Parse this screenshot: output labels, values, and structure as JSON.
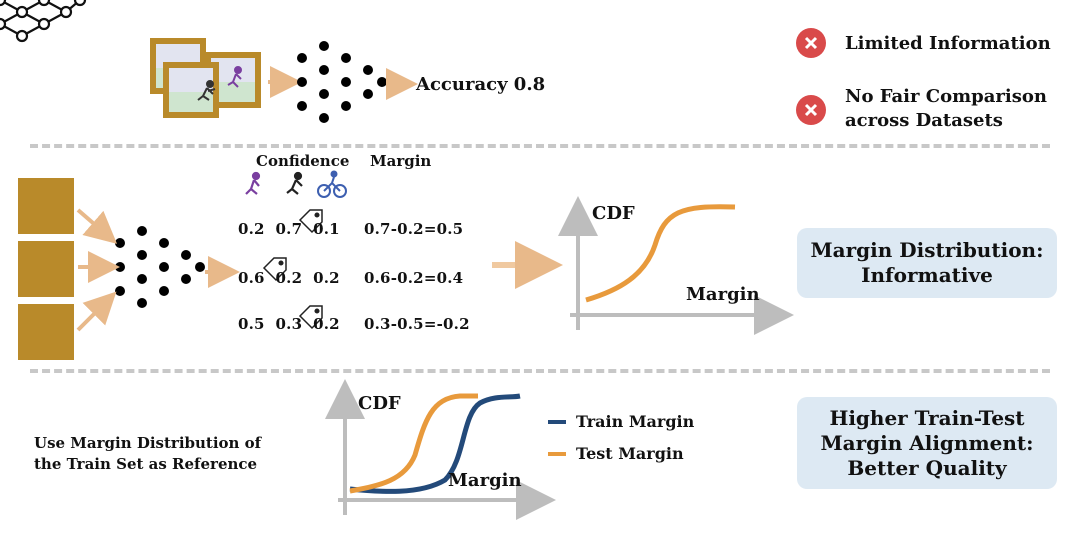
{
  "top": {
    "accuracy_label": "Accuracy 0.8",
    "issues": [
      "Limited Information",
      "No Fair Comparison",
      "across Datasets"
    ]
  },
  "middle": {
    "confidence_header": "Confidence",
    "margin_header": "Margin",
    "rows": [
      {
        "confidences": "0.2  0.7  0.1",
        "margin": "0.7-0.2=0.5"
      },
      {
        "confidences": "0.6  0.2  0.2",
        "margin": "0.6-0.2=0.4"
      },
      {
        "confidences": "0.5  0.3  0.2",
        "margin": "0.3-0.5=-0.2"
      }
    ],
    "cdf_label": "CDF",
    "x_label": "Margin",
    "box_lines": [
      "Margin Distribution:",
      "Informative"
    ]
  },
  "bottom": {
    "note_lines": [
      "Use Margin Distribution of",
      "the Train Set as Reference"
    ],
    "cdf_label": "CDF",
    "x_label": "Margin",
    "legend": [
      {
        "label": "Train Margin",
        "color": "#234a7a"
      },
      {
        "label": "Test Margin",
        "color": "#e89a3c"
      }
    ],
    "box_lines": [
      "Higher Train-Test",
      "Margin Alignment:",
      "Better Quality"
    ]
  },
  "colors": {
    "accent_orange": "#e89a3c",
    "train_blue": "#234a7a",
    "box_bg": "#dde9f3",
    "error_red": "#d94a4a",
    "frame_gold": "#b98a2a"
  },
  "icons": [
    "image-thumbnail-icon",
    "neural-network-icon",
    "running-person-icon",
    "cyclist-icon",
    "price-tag-icon",
    "close-icon"
  ]
}
